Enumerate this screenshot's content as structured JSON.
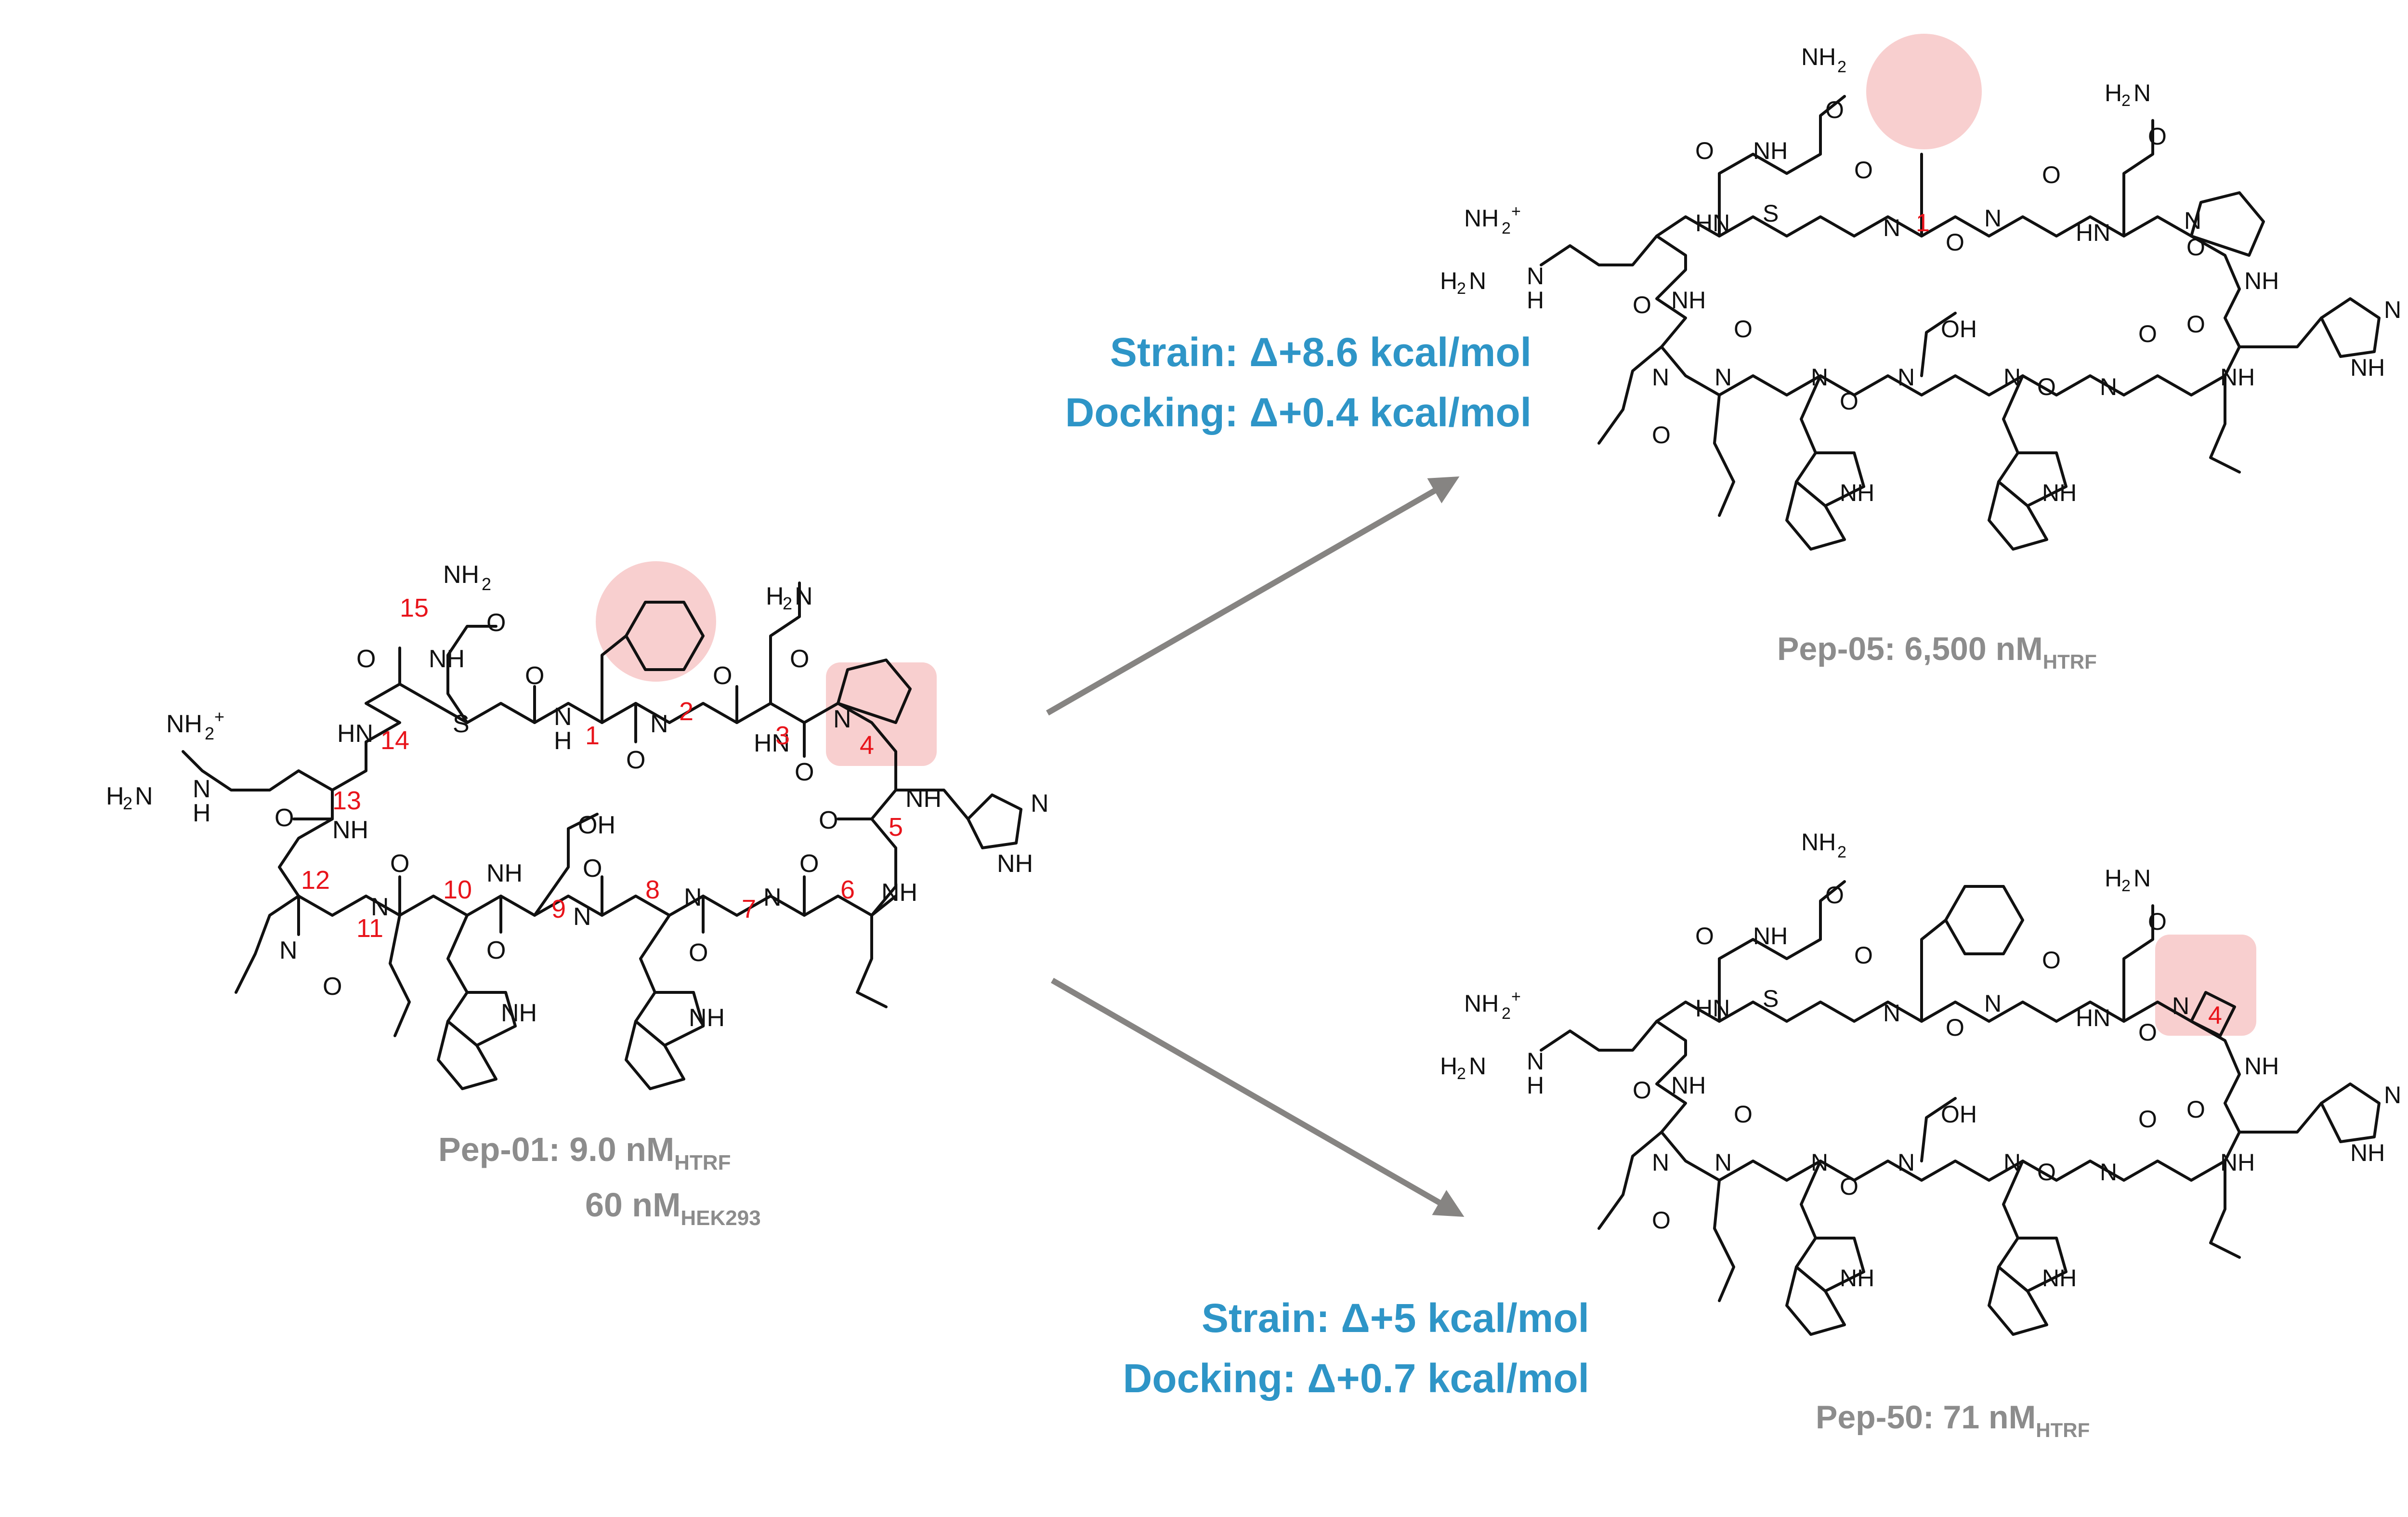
{
  "colors": {
    "highlight": "#f8cfcf",
    "residue_number": "#e8141b",
    "caption": "#8c8c8c",
    "energy_note": "#2e95c7",
    "arrow": "#868482"
  },
  "peptides": {
    "pep01": {
      "name": "Pep-01: 9.0 nM",
      "sub1": "HTRF",
      "line2": "60 nM",
      "sub2": "HEK293",
      "residues": [
        "1",
        "2",
        "3",
        "4",
        "5",
        "6",
        "7",
        "8",
        "9",
        "10",
        "11",
        "12",
        "13",
        "14",
        "15"
      ]
    },
    "pep05": {
      "name": "Pep-05: 6,500 nM",
      "sub": "HTRF",
      "residue": "1"
    },
    "pep50": {
      "name": "Pep-50: 71  nM",
      "sub": "HTRF",
      "residue": "4"
    }
  },
  "transitions": {
    "to_pep05": {
      "strain": "Strain:  Δ+8.6 kcal/mol",
      "docking": "Docking: Δ+0.4 kcal/mol"
    },
    "to_pep50": {
      "strain": "Strain:  Δ+5 kcal/mol",
      "docking": "Docking: Δ+0.7 kcal/mol"
    }
  },
  "atoms": {
    "nh2": "NH",
    "nh": "NH",
    "hn": "HN",
    "h2n": "H",
    "n": "N",
    "o": "O",
    "s": "S",
    "oh": "OH",
    "h": "H",
    "two": "2",
    "plus": "+"
  }
}
